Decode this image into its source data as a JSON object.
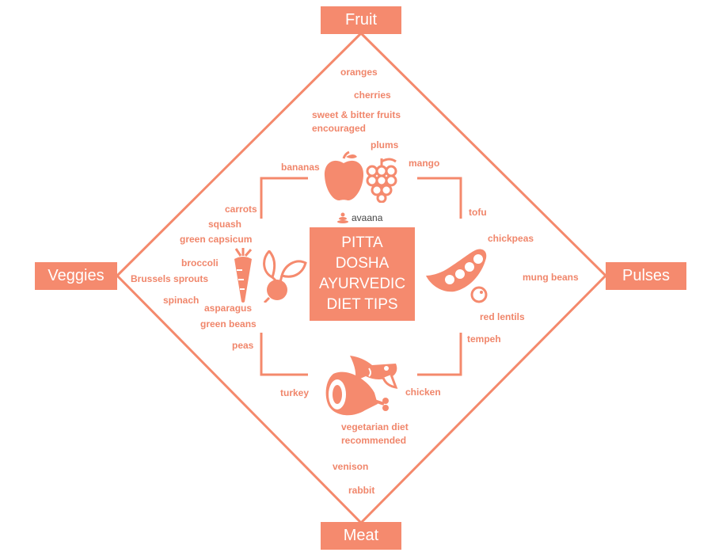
{
  "colors": {
    "accent": "#f58a6e",
    "label": "#f0866b",
    "line": "#f4896c"
  },
  "title": {
    "lines": [
      "PITTA",
      "DOSHA",
      "AYURVEDIC",
      "DIET TIPS"
    ]
  },
  "logo": {
    "text": "avaana"
  },
  "categories": {
    "fruit": "Fruit",
    "veggies": "Veggies",
    "pulses": "Pulses",
    "meat": "Meat"
  },
  "fruit_items": {
    "oranges": "oranges",
    "cherries": "cherries",
    "sweet_bitter_1": "sweet & bitter fruits",
    "sweet_bitter_2": "encouraged",
    "plums": "plums",
    "bananas": "bananas",
    "mango": "mango"
  },
  "veggie_items": {
    "carrots": "carrots",
    "squash": "squash",
    "green_capsicum": "green capsicum",
    "broccoli": "broccoli",
    "brussels_sprouts": "Brussels sprouts",
    "spinach": "spinach",
    "asparagus": "asparagus",
    "green_beans": "green beans",
    "peas": "peas"
  },
  "pulse_items": {
    "tofu": "tofu",
    "chickpeas": "chickpeas",
    "mung_beans": "mung beans",
    "red_lentils": "red lentils",
    "tempeh": "tempeh"
  },
  "meat_items": {
    "turkey": "turkey",
    "chicken": "chicken",
    "vegetarian_1": "vegetarian diet",
    "vegetarian_2": "recommended",
    "venison": "venison",
    "rabbit": "rabbit"
  },
  "icons": [
    "apple-icon",
    "grapes-icon",
    "carrot-icon",
    "beet-icon",
    "pea-pod-icon",
    "ham-icon",
    "fish-icon",
    "avaana-logo-icon"
  ]
}
